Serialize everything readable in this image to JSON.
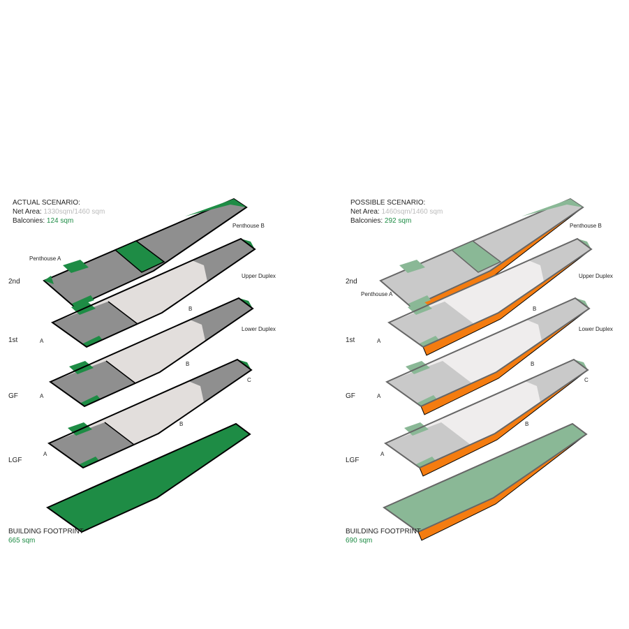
{
  "actual": {
    "title": "ACTUAL SCENARIO:",
    "net_label": "Net Area:",
    "net_value": "1330sqm/1460 sqm",
    "balc_label": "Balconies:",
    "balc_value": "124 sqm",
    "footprint_label": "BUILDING FOOTPRINT",
    "footprint_value": "665 sqm"
  },
  "possible": {
    "title": "POSSIBLE SCENARIO:",
    "net_label": "Net Area:",
    "net_value": "1460sqm/1460 sqm",
    "balc_label": "Balconies:",
    "balc_value": "292 sqm",
    "footprint_label": "BUILDING FOOTPRINT",
    "footprint_value": "690 sqm"
  },
  "floors": [
    "2nd",
    "1st",
    "GF",
    "LGF"
  ],
  "units": {
    "penthouse_a": "Penthouse A",
    "penthouse_b": "Penthouse B",
    "upper_duplex": "Upper Duplex",
    "lower_duplex": "Lower Duplex"
  },
  "markers": {
    "a": "A",
    "b": "B",
    "c": "C"
  },
  "colors": {
    "actual_gray": "#8f8f8f",
    "actual_light": "#e2dedc",
    "actual_green": "#1e8c45",
    "possible_gray": "#c9c9c9",
    "possible_light": "#efeded",
    "possible_green": "#8ab896",
    "orange": "#f47c10"
  }
}
